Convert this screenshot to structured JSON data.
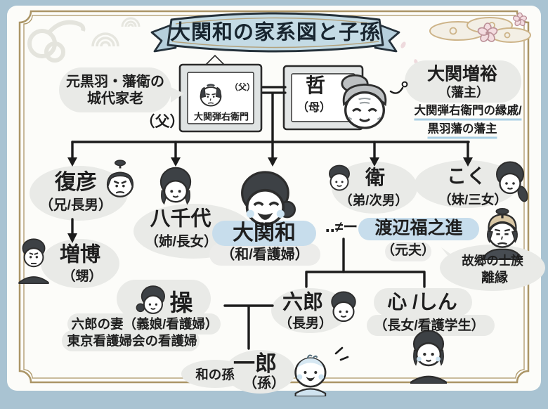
{
  "title": "大関和の家系図と子孫",
  "parents": {
    "father_note_line1": "元黒羽・藩衛の",
    "father_note_line2": "城代家老",
    "father_caption": "（父）",
    "father_tag": "（父）",
    "father_name": "大関弾右衛門",
    "mother_name": "哲",
    "mother_tag": "（母）"
  },
  "lord": {
    "name": "大関増裕",
    "tag": "（藩主）",
    "note_line1": "大関弾右衛門の縁戚/",
    "note_line2": "黒羽藩の藩主"
  },
  "generation2": {
    "fukuhiko": {
      "name": "復彦",
      "tag": "（兄/長男）"
    },
    "yachiyo": {
      "name": "八千代",
      "tag": "（姉/長女）"
    },
    "kazu": {
      "name": "大関和",
      "tag": "（和/看護婦）"
    },
    "mamoru": {
      "name": "衛",
      "tag": "（弟/次男）"
    },
    "koku": {
      "name": "こく",
      "tag": "（妹/三女）"
    }
  },
  "masuhiro": {
    "name": "増博",
    "tag": "（甥）"
  },
  "ex_husband": {
    "divorce_mark": "‥≠ー",
    "name": "渡辺福之進",
    "tag": "（元夫）",
    "note_line1": "故郷の士族",
    "note_line2": "離縁"
  },
  "generation3": {
    "misao": {
      "name": "操",
      "note_line1": "六郎の妻（義娘/看護婦）",
      "note_line2": "東京看護婦会の看護婦"
    },
    "rokuro": {
      "name": "六郎",
      "tag": "（長男）"
    },
    "shin": {
      "name": "心 /しん",
      "tag": "（長女/看護学生）"
    }
  },
  "generation4": {
    "ichiro": {
      "name": "一郎",
      "tag": "（孫）",
      "note": "和の孫"
    }
  },
  "colors": {
    "background": "#a9c3d2",
    "paper": "#fcfcf9",
    "frame_line": "#ab9566",
    "bubble_gray": "#e9eae7",
    "highlight_blue": "#c7ddec",
    "ribbon_blue": "#c4dbe5",
    "ink": "#1e1e1e",
    "underline_blue": "#a9cfe4"
  }
}
